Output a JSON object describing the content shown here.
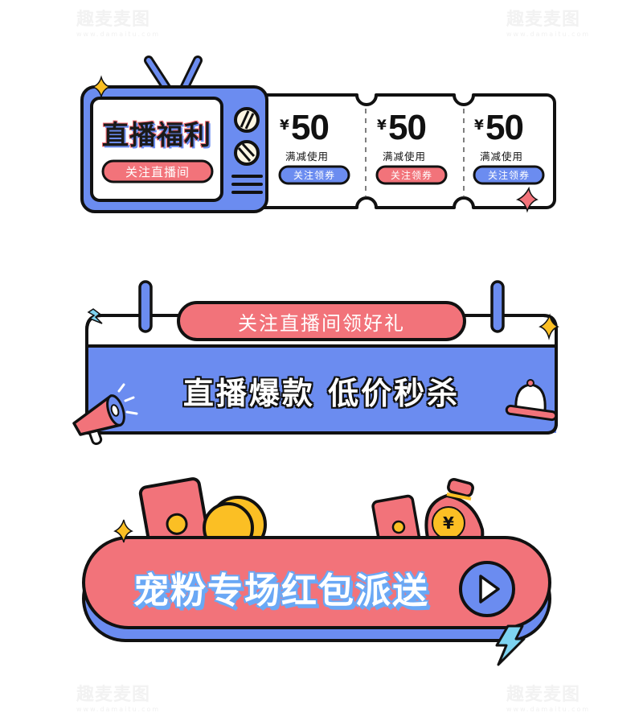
{
  "colors": {
    "blue": "#6b8cf0",
    "red": "#f2737a",
    "yellow": "#fbbf24",
    "cyan": "#7dd3f0",
    "outline": "#111111",
    "cream": "#fdf6e3"
  },
  "watermark": {
    "brand": "趣麦麦图",
    "url": "www.damaitu.com"
  },
  "banner_tv": {
    "title": "直播福利",
    "follow_button": "关注直播间",
    "coupons": [
      {
        "currency": "¥",
        "amount": "50",
        "condition": "满减使用",
        "button": "关注领券",
        "button_color": "blue"
      },
      {
        "currency": "¥",
        "amount": "50",
        "condition": "满减使用",
        "button": "关注领券",
        "button_color": "red"
      },
      {
        "currency": "¥",
        "amount": "50",
        "condition": "满减使用",
        "button": "关注领券",
        "button_color": "blue"
      }
    ]
  },
  "banner_flash": {
    "top_label": "关注直播间领好礼",
    "headline": "直播爆款 低价秒杀"
  },
  "banner_redpacket": {
    "headline": "宠粉专场红包派送",
    "coin_symbol": "¥"
  }
}
